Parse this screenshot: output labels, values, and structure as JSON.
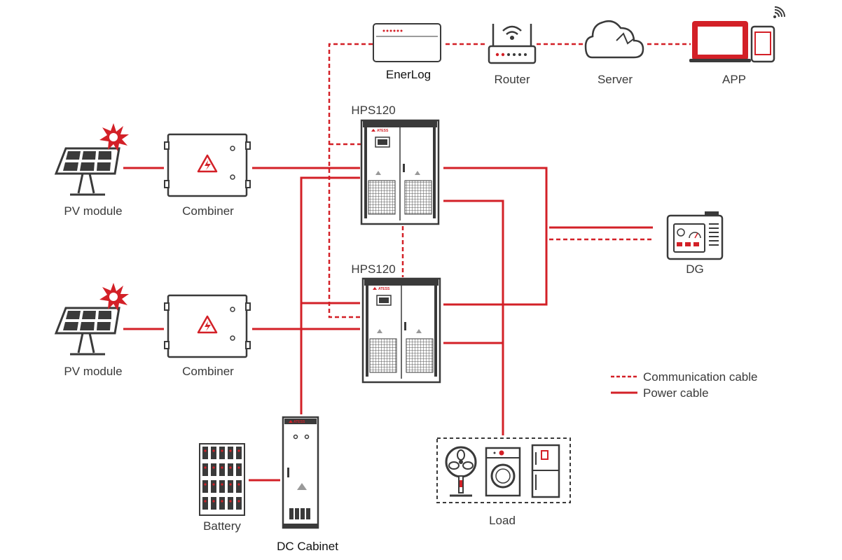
{
  "labels": {
    "enerlog": "EnerLog",
    "router": "Router",
    "server": "Server",
    "app": "APP",
    "hps1": "HPS120",
    "hps2": "HPS120",
    "pv1": "PV module",
    "pv2": "PV module",
    "combiner1": "Combiner",
    "combiner2": "Combiner",
    "dg": "DG",
    "battery": "Battery",
    "dc_cabinet": "DC Cabinet",
    "load": "Load",
    "logo": "ATESS"
  },
  "legend": {
    "communication": "Communication cable",
    "power": "Power cable"
  },
  "colors": {
    "cable": "#d32027",
    "outline": "#3a3a3a"
  }
}
